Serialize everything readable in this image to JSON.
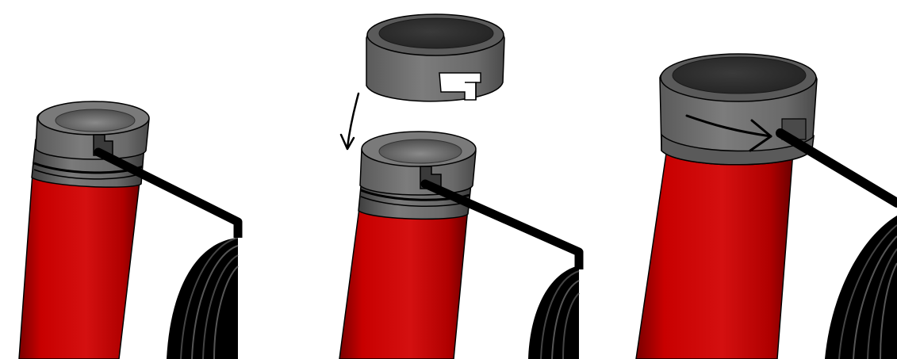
{
  "diagram": {
    "steps": [
      {
        "id": "step-1",
        "description": ""
      },
      {
        "id": "step-2",
        "description": ""
      },
      {
        "id": "step-3",
        "description": ""
      }
    ]
  },
  "colors": {
    "background": "#ffffff",
    "tube_red": "#c80000",
    "tube_red_dark": "#7a0000",
    "tube_red_light": "#e63a3a",
    "cap_gray": "#6e6e6e",
    "cap_gray_dark": "#4a4a4a",
    "cap_top_dark": "#2e2e2e",
    "cable_black": "#000000",
    "outline": "#000000"
  },
  "icons": {
    "down_arrow": "arrow-down-icon",
    "rotate_arrow": "rotate-arrow-icon"
  }
}
